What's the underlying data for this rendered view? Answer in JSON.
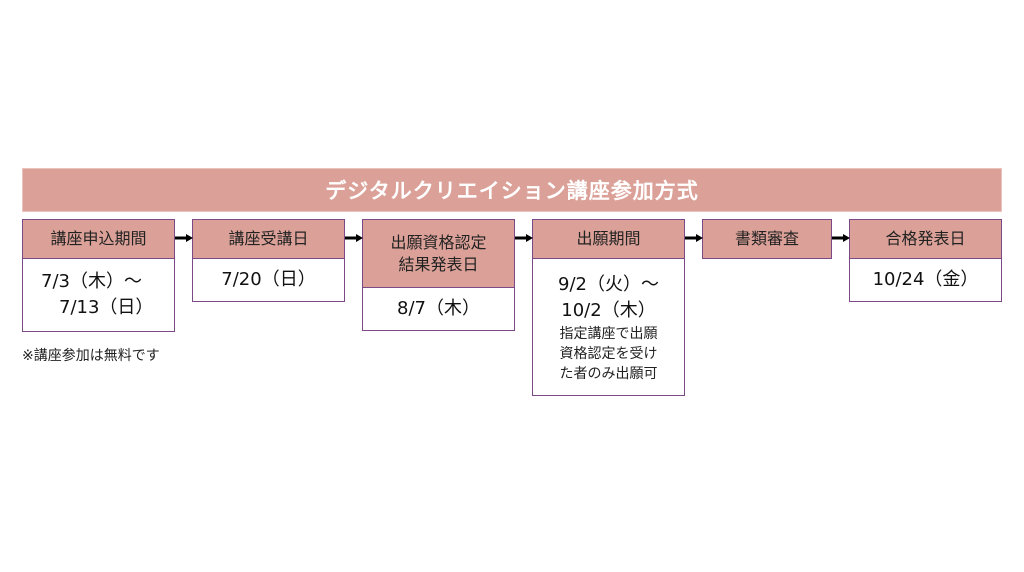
{
  "title": "デジタルクリエイション講座参加方式",
  "steps": [
    {
      "header": "講座申込期間",
      "body": [
        "7/3（木）～",
        "　7/13（日）"
      ]
    },
    {
      "header": "講座受講日",
      "body": [
        "7/20（日）"
      ]
    },
    {
      "header": [
        "出願資格認定",
        "結果発表日"
      ],
      "body": [
        "8/7（木）"
      ]
    },
    {
      "header": "出願期間",
      "body": [
        "9/2（火）～",
        "10/2（木）"
      ],
      "note": [
        "指定講座で出願",
        "資格認定を受け",
        "た者のみ出願可"
      ]
    },
    {
      "header": "書類審査"
    },
    {
      "header": "合格発表日",
      "body": [
        "10/24（金）"
      ]
    }
  ],
  "footnote": "※講座参加は無料です",
  "colors": {
    "header_fill": "#dba198",
    "border": "#7b4a86"
  }
}
